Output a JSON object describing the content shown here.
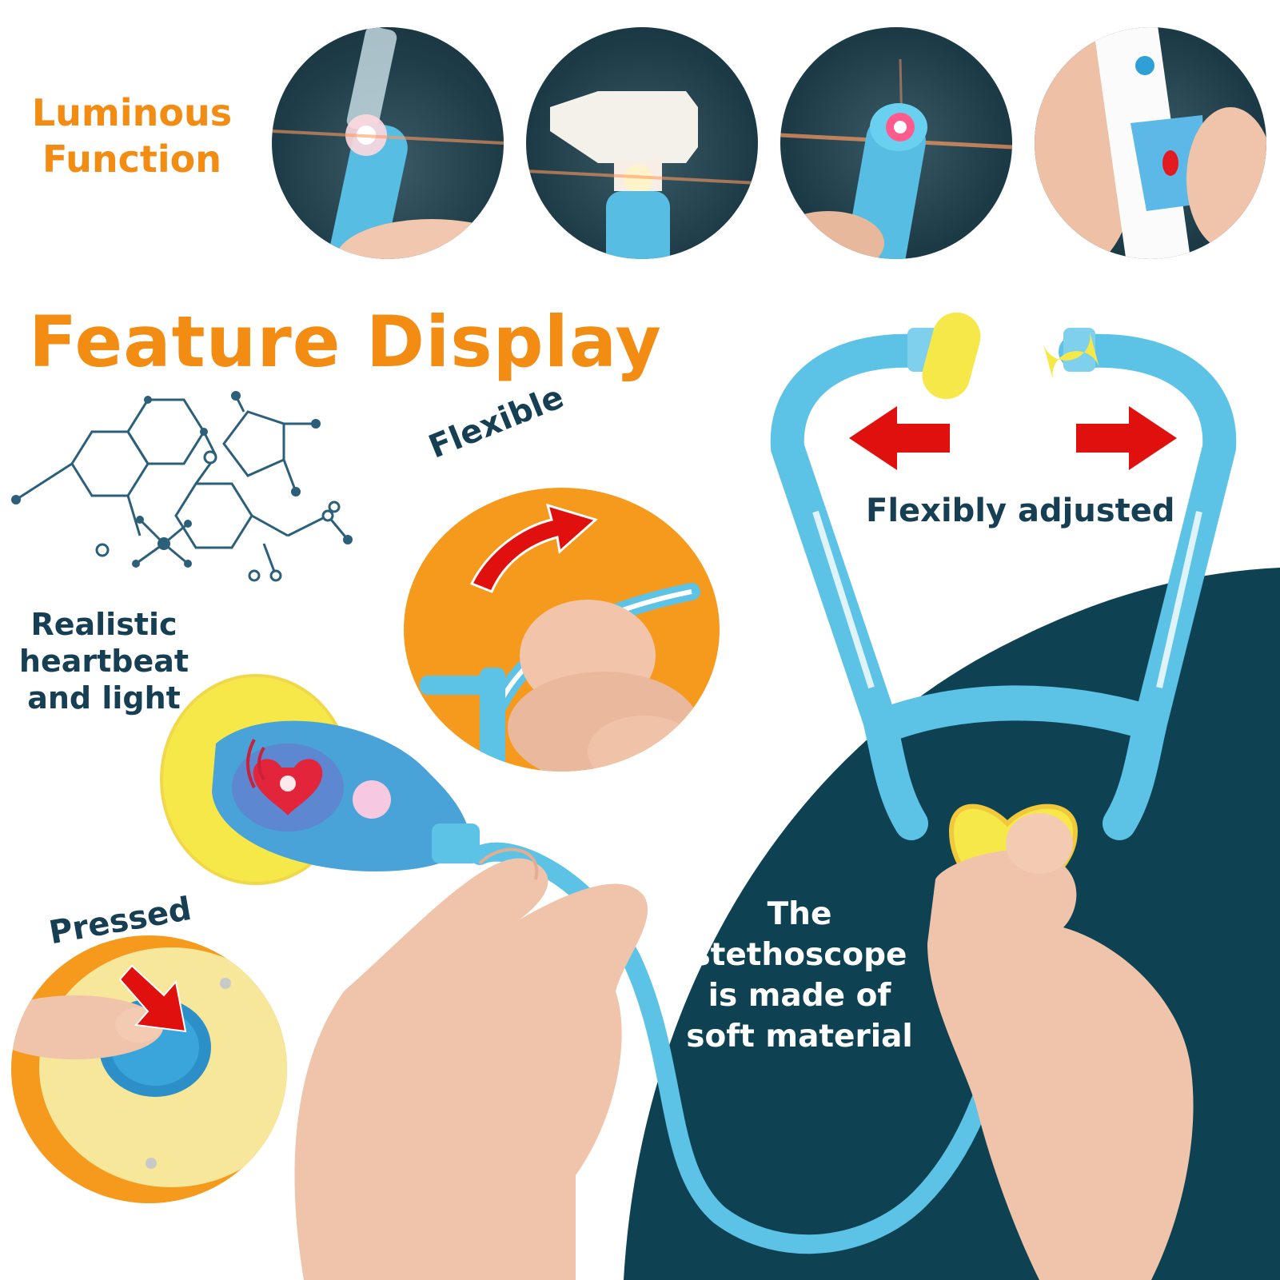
{
  "headline": {
    "luminous_line1": "Luminous",
    "luminous_line2": "Function",
    "feature_display": "Feature Display"
  },
  "callouts": {
    "flexible": "Flexible",
    "pressed": "Pressed",
    "flexibly_adjusted": "Flexibly adjusted",
    "heartbeat_line1": "Realistic",
    "heartbeat_line2": "heartbeat",
    "heartbeat_line3": "and light",
    "soft_line1": "The stethoscope",
    "soft_line2": "is made of",
    "soft_line3": "soft material"
  },
  "colors": {
    "orange": "#f28c13",
    "navy": "#163f54",
    "teal_bg": "#0e4253",
    "toy_blue": "#5cc3e6",
    "toy_yellow": "#f7e84a",
    "arrow_red": "#e0100f"
  },
  "icons": [
    "molecule-icon",
    "left-arrow-icon",
    "right-arrow-icon",
    "bend-arrow-icon",
    "press-arrow-icon",
    "heart-icon",
    "sound-wave-icon"
  ]
}
